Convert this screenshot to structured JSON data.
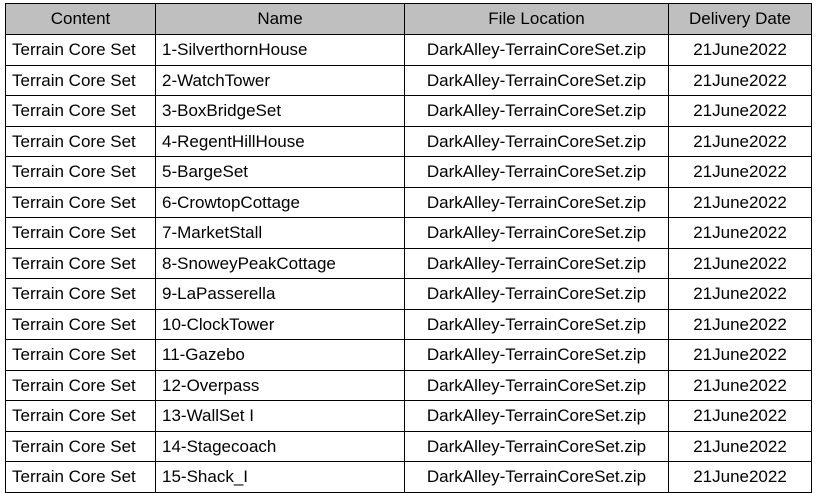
{
  "table": {
    "columns": [
      {
        "key": "content",
        "label": "Content"
      },
      {
        "key": "name",
        "label": "Name"
      },
      {
        "key": "location",
        "label": "File Location"
      },
      {
        "key": "date",
        "label": "Delivery Date"
      }
    ],
    "header_background": "#BFBFBF",
    "border_color": "#000000",
    "rows": [
      {
        "content": "Terrain Core Set",
        "name": "1-SilverthornHouse",
        "location": "DarkAlley-TerrainCoreSet.zip",
        "date": "21June2022"
      },
      {
        "content": "Terrain Core Set",
        "name": "2-WatchTower",
        "location": "DarkAlley-TerrainCoreSet.zip",
        "date": "21June2022"
      },
      {
        "content": "Terrain Core Set",
        "name": "3-BoxBridgeSet",
        "location": "DarkAlley-TerrainCoreSet.zip",
        "date": "21June2022"
      },
      {
        "content": "Terrain Core Set",
        "name": "4-RegentHillHouse",
        "location": "DarkAlley-TerrainCoreSet.zip",
        "date": "21June2022"
      },
      {
        "content": "Terrain Core Set",
        "name": "5-BargeSet",
        "location": "DarkAlley-TerrainCoreSet.zip",
        "date": "21June2022"
      },
      {
        "content": "Terrain Core Set",
        "name": "6-CrowtopCottage",
        "location": "DarkAlley-TerrainCoreSet.zip",
        "date": "21June2022"
      },
      {
        "content": "Terrain Core Set",
        "name": "7-MarketStall",
        "location": "DarkAlley-TerrainCoreSet.zip",
        "date": "21June2022"
      },
      {
        "content": "Terrain Core Set",
        "name": "8-SnoweyPeakCottage",
        "location": "DarkAlley-TerrainCoreSet.zip",
        "date": "21June2022"
      },
      {
        "content": "Terrain Core Set",
        "name": "9-LaPasserella",
        "location": "DarkAlley-TerrainCoreSet.zip",
        "date": "21June2022"
      },
      {
        "content": "Terrain Core Set",
        "name": "10-ClockTower",
        "location": "DarkAlley-TerrainCoreSet.zip",
        "date": "21June2022"
      },
      {
        "content": "Terrain Core Set",
        "name": "11-Gazebo",
        "location": "DarkAlley-TerrainCoreSet.zip",
        "date": "21June2022"
      },
      {
        "content": "Terrain Core Set",
        "name": "12-Overpass",
        "location": "DarkAlley-TerrainCoreSet.zip",
        "date": "21June2022"
      },
      {
        "content": "Terrain Core Set",
        "name": "13-WallSet I",
        "location": "DarkAlley-TerrainCoreSet.zip",
        "date": "21June2022"
      },
      {
        "content": "Terrain Core Set",
        "name": "14-Stagecoach",
        "location": "DarkAlley-TerrainCoreSet.zip",
        "date": "21June2022"
      },
      {
        "content": "Terrain Core Set",
        "name": "15-Shack_I",
        "location": "DarkAlley-TerrainCoreSet.zip",
        "date": "21June2022"
      }
    ]
  }
}
